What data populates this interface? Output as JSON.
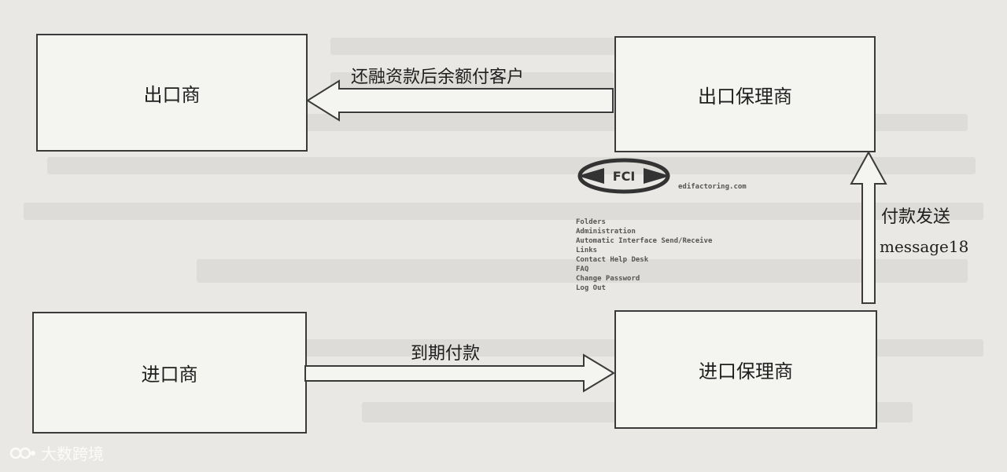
{
  "nodes": {
    "exporter": "出口商",
    "export_factor": "出口保理商",
    "importer": "进口商",
    "import_factor": "进口保理商"
  },
  "edges": {
    "top_arrow": "还融资款后余额付客户",
    "bottom_arrow": "到期付款",
    "right_arrow_line1": "付款发送",
    "right_arrow_line2": "message18"
  },
  "fci": {
    "logo": "FCI",
    "url": "edifactoring.com",
    "menu": [
      "Folders",
      "Administration",
      "Automatic Interface Send/Receive",
      "Links",
      "Contact Help Desk",
      "FAQ",
      "Change Password",
      "Log Out"
    ]
  },
  "watermark": "大数跨境",
  "colors": {
    "background": "#e9e8e4",
    "box_fill": "#f4f4f1",
    "line": "#3a3a3a"
  }
}
